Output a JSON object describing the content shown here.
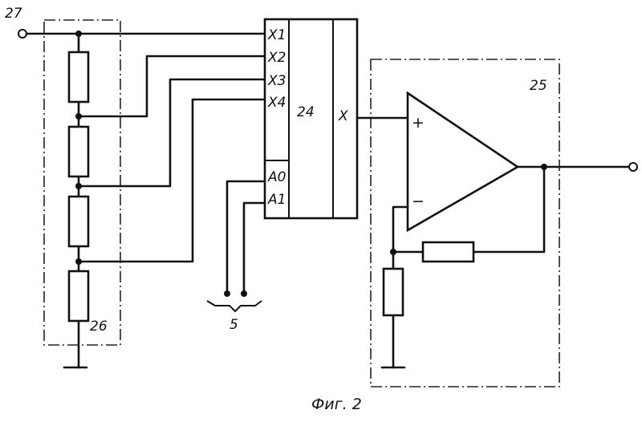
{
  "labels": {
    "input_terminal": "27",
    "divider_block": "26",
    "mux_block": "24",
    "amp_block": "25",
    "control_bus": "5",
    "mux_inputs": [
      "X1",
      "X2",
      "X3",
      "X4"
    ],
    "mux_address": [
      "A0",
      "A1"
    ],
    "mux_output": "X",
    "opamp_plus": "+",
    "opamp_minus": "−",
    "caption": "Фиг. 2"
  }
}
